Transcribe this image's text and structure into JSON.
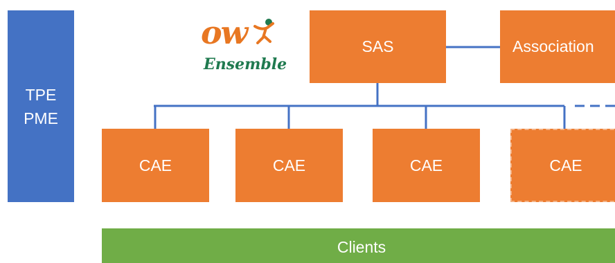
{
  "logo": {
    "wordmark": "ow",
    "subtitle": "Ensemble",
    "wordmark_color": "#e87722",
    "subtitle_color": "#1f7a4f",
    "figure_icon": "person-figure-icon"
  },
  "nodes": {
    "tpe": {
      "line1": "TPE",
      "line2": "PME"
    },
    "sas": "SAS",
    "association": "Association",
    "cae": [
      "CAE",
      "CAE",
      "CAE",
      "CAE"
    ],
    "clients": "Clients"
  },
  "colors": {
    "orange": "#ed7d31",
    "blue": "#4472c4",
    "green": "#70ad47",
    "connector": "#4472c4",
    "dashed_border": "#f4b183"
  }
}
